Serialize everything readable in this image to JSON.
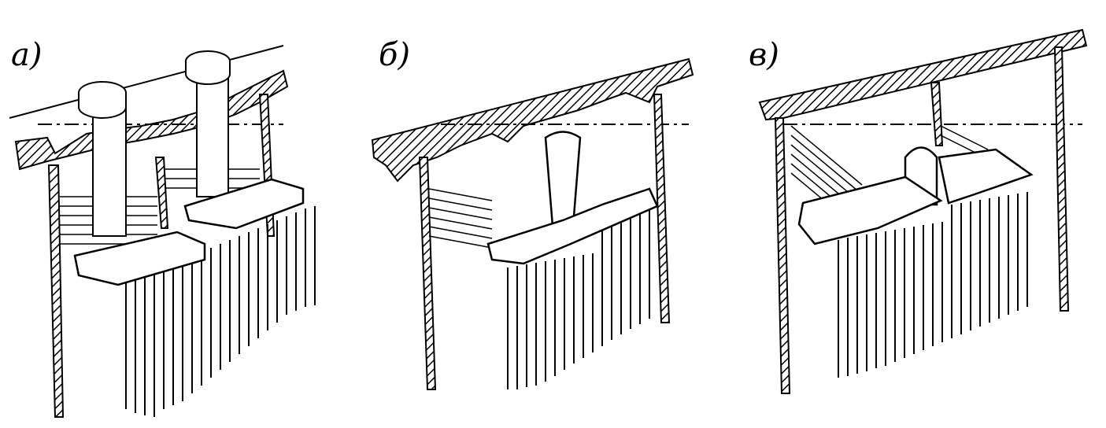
{
  "figure": {
    "panels": [
      {
        "label": "а)"
      },
      {
        "label": "б)"
      },
      {
        "label": "в)"
      }
    ],
    "colors": {
      "ink": "#000000",
      "paper": "#ffffff"
    }
  }
}
